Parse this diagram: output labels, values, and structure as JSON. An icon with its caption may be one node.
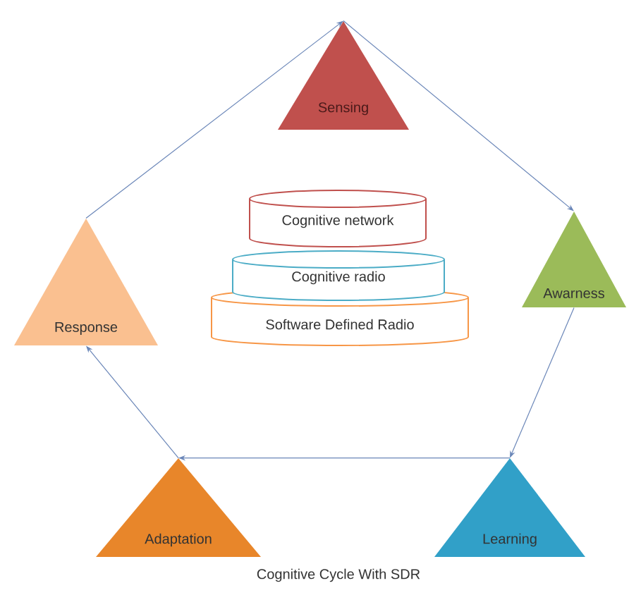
{
  "diagram": {
    "caption": "Cognitive Cycle With SDR",
    "nodes": [
      {
        "text": [
          "Sensing"
        ]
      },
      {
        "text": [
          "Cognitive network"
        ]
      },
      {
        "text": [
          "Cognitive radio"
        ]
      },
      {
        "text": [
          "Awarness"
        ]
      },
      {
        "text": [
          "Response"
        ]
      },
      {
        "text": [
          "Software Defined Radio"
        ]
      },
      {
        "text": [
          "Adaptation"
        ]
      },
      {
        "text": [
          "Learning"
        ]
      }
    ],
    "edges": [
      {
        "from": 4,
        "to": 0,
        "arrow": "to"
      },
      {
        "from": 0,
        "to": 3,
        "arrow": "to"
      },
      {
        "from": 3,
        "to": 7,
        "arrow": "to"
      },
      {
        "from": 7,
        "to": 6,
        "arrow": "to"
      },
      {
        "from": 6,
        "to": 4,
        "arrow": "to"
      }
    ]
  }
}
